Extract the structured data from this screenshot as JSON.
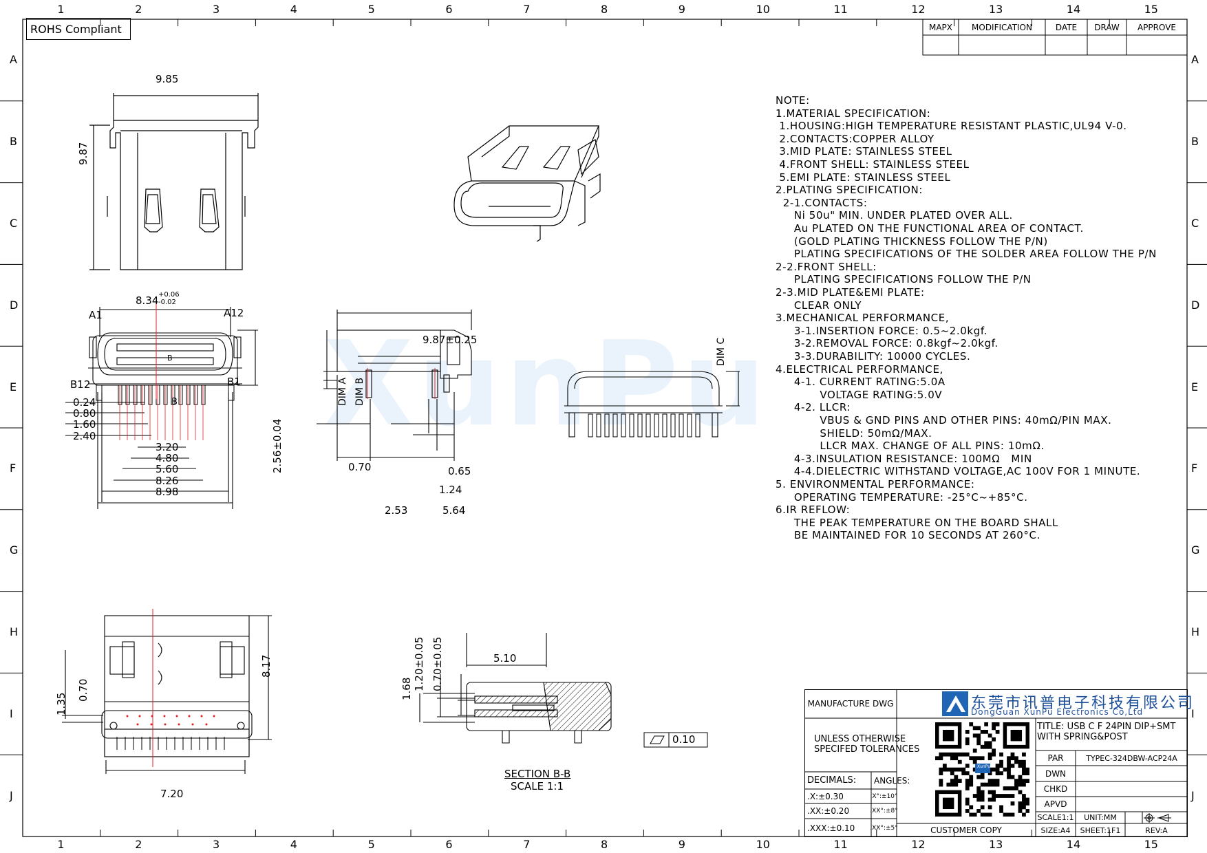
{
  "frame": {
    "columns": [
      "1",
      "2",
      "3",
      "4",
      "5",
      "6",
      "7",
      "8",
      "9",
      "10",
      "11",
      "12",
      "13",
      "14",
      "15"
    ],
    "rows": [
      "A",
      "B",
      "C",
      "D",
      "E",
      "F",
      "G",
      "H",
      "I",
      "J"
    ]
  },
  "rohs": "ROHS Compliant",
  "revision_table": {
    "headers": [
      "MAPX",
      "MODIFICATION",
      "DATE",
      "DRAW",
      "APPROVE"
    ]
  },
  "watermark": "XunPu",
  "notes": [
    "NOTE:",
    "1.MATERIAL SPECIFICATION:",
    " 1.HOUSING:HIGH TEMPERATURE RESISTANT PLASTIC,UL94 V-0.",
    " 2.CONTACTS:COPPER ALLOY",
    " 3.MID PLATE: STAINLESS STEEL",
    " 4.FRONT SHELL: STAINLESS STEEL",
    " 5.EMI PLATE: STAINLESS STEEL",
    "2.PLATING SPECIFICATION:",
    "  2-1.CONTACTS:",
    "     Ni 50u\" MIN. UNDER PLATED OVER ALL.",
    "     Au PLATED ON THE FUNCTIONAL AREA OF CONTACT.",
    "     (GOLD PLATING THICKNESS FOLLOW THE P/N)",
    "     PLATING SPECIFICATIONS OF THE SOLDER AREA FOLLOW THE P/N",
    "2-2.FRONT SHELL:",
    "     PLATING SPECIFICATIONS FOLLOW THE P/N",
    "2-3.MID PLATE&EMI PLATE:",
    "     CLEAR ONLY",
    "3.MECHANICAL PERFORMANCE,",
    "     3-1.INSERTION FORCE: 0.5~2.0kgf.",
    "     3-2.REMOVAL FORCE: 0.8kgf~2.0kgf.",
    "     3-3.DURABILITY: 10000 CYCLES.",
    "4.ELECTRICAL PERFORMANCE,",
    "     4-1. CURRENT RATING:5.0A",
    "            VOLTAGE RATING:5.0V",
    "     4-2. LLCR:",
    "            VBUS & GND PINS AND OTHER PINS: 40mΩ/PIN MAX.",
    "            SHIELD: 50mΩ/MAX.",
    "            LLCR MAX. CHANGE OF ALL PINS: 10mΩ.",
    "     4-3.INSULATION RESISTANCE: 100MΩ   MIN",
    "     4-4.DIELECTRIC WITHSTAND VOLTAGE,AC 100V FOR 1 MINUTE.",
    "5. ENVIRONMENTAL PERFORMANCE:",
    "     OPERATING TEMPERATURE: -25°C~+85°C.",
    "6.IR REFLOW:",
    "     THE PEAK TEMPERATURE ON THE BOARD SHALL",
    "     BE MAINTAINED FOR 10 SECONDS AT 260°C."
  ],
  "dims": {
    "top_width": "9.85",
    "top_height": "9.87",
    "front_width": "8.34",
    "front_tol_plus": "+0.06",
    "front_tol_minus": "-0.02",
    "a1": "A1",
    "a12": "A12",
    "b12": "B12",
    "b1": "B1",
    "b_label": "B",
    "front_height": "2.56±0.04",
    "d024": "0.24",
    "d080": "0.80",
    "d160": "1.60",
    "d240": "2.40",
    "d320": "3.20",
    "d480": "4.80",
    "d560": "5.60",
    "d826": "8.26",
    "d898": "8.98",
    "side_width": "9.87±0.25",
    "dim_a": "DIM A",
    "dim_b": "DIM B",
    "dim_c": "DIM C",
    "d070": "0.70",
    "d065": "0.65",
    "d124": "1.24",
    "d253": "2.53",
    "d564": "5.64",
    "bot_135": "1.35",
    "bot_070": "0.70",
    "bot_817": "8.17",
    "bot_720": "7.20",
    "sec_510": "5.10",
    "sec_168": "1.68",
    "sec_120": "1.20±0.05",
    "sec_070": "0.70±0.05",
    "flatness": "0.10",
    "section_title": "SECTION B-B",
    "section_scale": "SCALE 1:1"
  },
  "title_block": {
    "manufacture_dwg": "MANUFACTURE DWG",
    "company_cn": "东莞市讯普电子科技有限公司",
    "company_en": "DongGuan XunPu Electronics Co,Ltd",
    "unless_1": "UNLESS OTHERWISE",
    "unless_2": "SPECIFED TOLERANCES",
    "title_1": "TITLE: USB C F 24PIN DIP+SMT",
    "title_2": "WITH SPRING&POST",
    "par_label": "PAR",
    "par_value": "TYPEC-324DBW-ACP24A",
    "dwn": "DWN",
    "chkd": "CHKD",
    "apvd": "APVD",
    "decimals": "DECIMALS:",
    "angles": "ANGLES:",
    "tol_x": ".X:±0.30",
    "tol_xx": ".XX:±0.20",
    "tol_xxx": ".XXX:±0.10",
    "ang_x": ".X°:±10°",
    "ang_xx": ".XX°:±8°",
    "ang_xxx": ".XX°:±5°",
    "scale": "SCALE1:1",
    "unit": "UNIT:MM",
    "size": "SIZE:A4",
    "sheet": "SHEET:1F1",
    "rev": "REV:A",
    "customer_copy": "CUSTOMER COPY",
    "qr_badge": "XunPu"
  }
}
